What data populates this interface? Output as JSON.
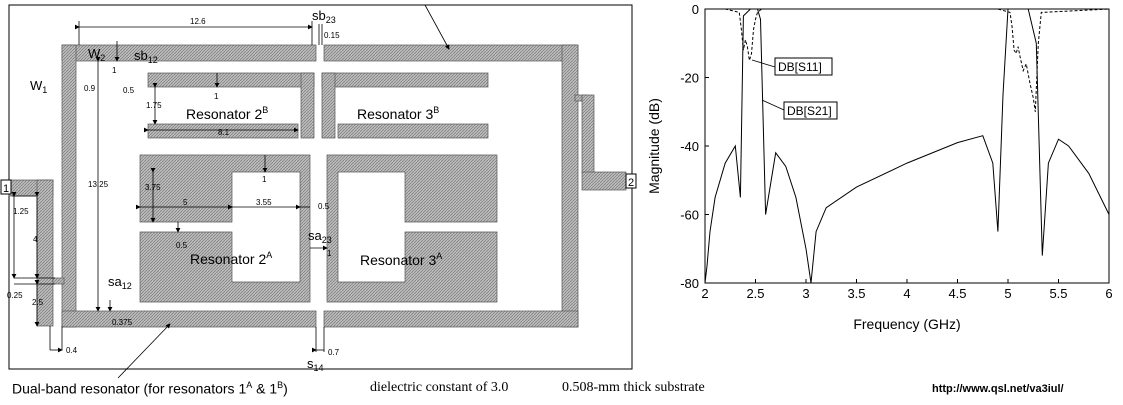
{
  "layout": {
    "labels": {
      "w1": "W",
      "w1_sub": "1",
      "w2": "W",
      "w2_sub": "2",
      "sb12": "sb",
      "sb12_sub": "12",
      "sb23": "sb",
      "sb23_sub": "23",
      "sa12": "sa",
      "sa12_sub": "12",
      "sa23": "sa",
      "sa23_sub": "23",
      "s14": "s",
      "s14_sub": "14",
      "res2b": "Resonator 2",
      "res2b_sup": "B",
      "res3b": "Resonator 3",
      "res3b_sup": "B",
      "res2a": "Resonator 2",
      "res2a_sup": "A",
      "res3a": "Resonator 3",
      "res3a_sup": "A",
      "port1": "1",
      "port2": "2"
    },
    "dimensions": {
      "d12_6": "12.6",
      "d0_15": "0.15",
      "d1_top": "1",
      "d0_9": "0.9",
      "d0_5_a": "0.5",
      "d1_75": "1.75",
      "d1_b": "1",
      "d8_1": "8.1",
      "d13_25": "13.25",
      "d1_c": "1",
      "d3_75": "3.75",
      "d5": "5",
      "d3_55": "3.55",
      "d0_5_b": "0.5",
      "d0_5_c": "0.5",
      "d1_d": "1",
      "d1_25": "1.25",
      "d4": "4",
      "d0_25": "0.25",
      "d2_5": "2.5",
      "d0_375": "0.375",
      "d0_4": "0.4",
      "d0_7": "0.7"
    }
  },
  "chart_data": {
    "type": "line",
    "xlabel": "Frequency (GHz)",
    "ylabel": "Magnitude (dB)",
    "xlim": [
      2,
      6
    ],
    "ylim": [
      -80,
      0
    ],
    "xticks": [
      "2",
      "2.5",
      "3",
      "3.5",
      "4",
      "4.5",
      "5",
      "5.5",
      "6"
    ],
    "yticks": [
      "0",
      "-20",
      "-40",
      "-60",
      "-80"
    ],
    "grid": false,
    "series": [
      {
        "name": "DB[S11]",
        "style": "dashed",
        "x": [
          2.0,
          2.2,
          2.34,
          2.36,
          2.38,
          2.4,
          2.42,
          2.44,
          2.46,
          2.48,
          2.5,
          2.52,
          2.56,
          3.0,
          4.0,
          4.9,
          5.02,
          5.04,
          5.06,
          5.08,
          5.1,
          5.12,
          5.15,
          5.18,
          5.22,
          5.25,
          5.27,
          5.3,
          5.33,
          6.0
        ],
        "y": [
          0,
          0,
          -1,
          -6,
          -12,
          -9,
          -11,
          -15,
          -13,
          -6,
          -3,
          -1,
          0,
          0,
          0,
          0,
          -1,
          -5,
          -12,
          -13,
          -11,
          -14,
          -18,
          -16,
          -22,
          -26,
          -30,
          -10,
          -1,
          0
        ]
      },
      {
        "name": "DB[S21]",
        "style": "solid",
        "x": [
          2.0,
          2.02,
          2.05,
          2.1,
          2.2,
          2.3,
          2.35,
          2.38,
          2.45,
          2.52,
          2.55,
          2.6,
          2.7,
          2.8,
          2.9,
          3.0,
          3.05,
          3.1,
          3.2,
          3.5,
          4.0,
          4.5,
          4.75,
          4.85,
          4.9,
          4.95,
          5.0,
          5.1,
          5.2,
          5.28,
          5.34,
          5.4,
          5.5,
          5.6,
          5.8,
          6.0
        ],
        "y": [
          -80,
          -75,
          -65,
          -55,
          -45,
          -40,
          -55,
          -2,
          0,
          0,
          -3,
          -60,
          -42,
          -46,
          -55,
          -70,
          -80,
          -65,
          -58,
          -52,
          -45,
          -39,
          -37,
          -45,
          -65,
          -25,
          0,
          0,
          0,
          -10,
          -72,
          -45,
          -38,
          -40,
          -48,
          -60
        ]
      }
    ]
  },
  "captions": {
    "dual_band": "Dual-band resonator (for resonators 1",
    "dual_band_sup1": "A",
    "dual_band_amp": " & 1",
    "dual_band_sup2": "B",
    "dual_band_end": ")",
    "dielectric": "dielectric constant of 3.0",
    "substrate": "0.508-mm thick substrate",
    "url": "http://www.qsl.net/va3iul/"
  }
}
